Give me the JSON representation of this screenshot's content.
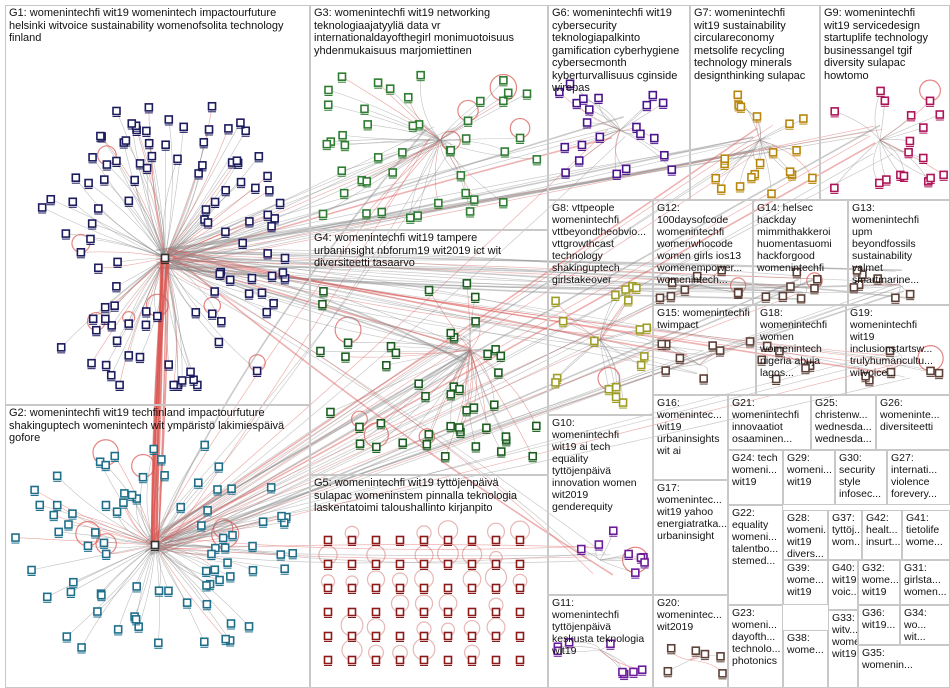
{
  "graph": {
    "groups": [
      {
        "id": "G1",
        "text": "G1: womenintechfi wit19 womenintech impactourfuture\nhelsinki witvoice sustainability womenofsolita technology\nfinland"
      },
      {
        "id": "G2",
        "text": "G2: womenintechfi wit19 techfinland impactourfuture\nshakinguptech womenintech wit ympäristö lakimiespäivä\ngofore"
      },
      {
        "id": "G3",
        "text": "G3: womenintechfi wit19 networking\nteknologiaajatyyliä data vr\ninternationaldayofthegirl monimuotoisuus\nyhdenmukaisuus marjomiettinen"
      },
      {
        "id": "G4",
        "text": "G4: womenintechfi wit19 tampere\nurbaninsight nbforum19 wit2019 ict wit\ndiversiteetti tasaarvo"
      },
      {
        "id": "G5",
        "text": "G5: womenintechfi wit19 tyttöjenpäivä\nsulapac womeninstem pinnalla teknologia\nlaskentatoimi taloushallinto kirjanpito"
      },
      {
        "id": "G6",
        "text": "G6: womenintechfi wit19\ncybersecurity\nteknologiapalkinto\ngamification cyberhygiene\ncybersecmonth\nkyberturvallisuus cginside\nwirepas"
      },
      {
        "id": "G7",
        "text": "G7: womenintechfi\nwit19 sustainability\ncirculareconomy\nmetsolife recycling\ntechnology minerals\ndesignthinking sulapac"
      },
      {
        "id": "G8",
        "text": "G8: vttpeople\nwomenintechfi\nvttbeyondtheobvio...\nvttgrowthcast\ntechnology\nshakinguptech\ngirlstakeover"
      },
      {
        "id": "G9",
        "text": "G9: womenintechfi\nwit19 servicedesign\nstartuplife technology\nbusinessangel tgif\ndiversity sulapac\nhowtomo"
      },
      {
        "id": "G10",
        "text": "G10:\nwomenintechfi\nwit19 ai tech\nequality\ntyttöjenpäivä\ninnovation women\nwit2019\ngenderequity"
      },
      {
        "id": "G11",
        "text": "G11:\nwomenintechfi\ntyttöjenpäivä\nkeskusta teknologia\nwit19"
      },
      {
        "id": "G12",
        "text": "G12:\n100daysofcode\nwomenintechfi\nwomenwhocode\nwomen girls ios13\nwomenempower...\nwomenintech..."
      },
      {
        "id": "G13",
        "text": "G13:\nwomenintechfi\nupm\nbeyondfossils\nsustainability\nvalmet\nsmartmarine..."
      },
      {
        "id": "G14",
        "text": "G14: helsec\nhackday\nmimmithakkeroi\nhuomentasuomi\nhackforgood\nwomenintechfi"
      },
      {
        "id": "G15",
        "text": "G15: womenintechfi\ntwimpact"
      },
      {
        "id": "G16",
        "text": "G16:\nwomenintec...\nwit19\nurbaninsights\nwit ai"
      },
      {
        "id": "G17",
        "text": "G17:\nwomenintec...\nwit19 yahoo\nenergiatratka...\nurbaninsight"
      },
      {
        "id": "G18",
        "text": "G18:\nwomenintechfi\nwomen\nwomenintech\nnigeria abuja\nlagos..."
      },
      {
        "id": "G19",
        "text": "G19:\nwomenintechfi\nwit19\ninclusionstartsw...\ntrulyhumancultu...\nwitvoice..."
      },
      {
        "id": "G20",
        "text": "G20:\nwomenintec...\nwit2019"
      },
      {
        "id": "G21",
        "text": "G21:\nwomenintechfi\ninnovaatiot\nosaaminen..."
      },
      {
        "id": "G22",
        "text": "G22:\nequality\nwomeni...\ntalentbo...\nstemed..."
      },
      {
        "id": "G23",
        "text": "G23:\nwomeni...\ndayofth...\ntechnolo...\nphotonics"
      },
      {
        "id": "G24",
        "text": "G24: tech\nwomeni...\nwit19"
      },
      {
        "id": "G25",
        "text": "G25:\nchristenw...\nwednesda...\nwednesda..."
      },
      {
        "id": "G26",
        "text": "G26:\nwomeninte...\ndiversiteetti"
      },
      {
        "id": "G27",
        "text": "G27:\ninternati...\nviolence\nforevery..."
      },
      {
        "id": "G28",
        "text": "G28:\nwomeni...\nwit19\ndivers..."
      },
      {
        "id": "G29",
        "text": "G29:\nwomeni...\nwit19"
      },
      {
        "id": "G30",
        "text": "G30:\nsecurity\nstyle\ninfosec..."
      },
      {
        "id": "G31",
        "text": "G31:\ngirlsta...\nwomen..."
      },
      {
        "id": "G32",
        "text": "G32:\nwome...\nwit19"
      },
      {
        "id": "G33",
        "text": "G33:\nwitv...\nwome...\nwit19"
      },
      {
        "id": "G34",
        "text": "G34:\nwo...\nwit..."
      },
      {
        "id": "G35",
        "text": "G35:\nwomenin..."
      },
      {
        "id": "G36",
        "text": "G36:\nwit19..."
      },
      {
        "id": "G37",
        "text": "G37:\ntyttöj...\nwom..."
      },
      {
        "id": "G38",
        "text": "G38:\nwome..."
      },
      {
        "id": "G39",
        "text": "G39:\nwome...\nwit19"
      },
      {
        "id": "G40",
        "text": "G40:\nwit19\nvoic..."
      },
      {
        "id": "G41",
        "text": "G41:\ntietolife\nwome..."
      },
      {
        "id": "G42",
        "text": "G42:\nhealt...\ninsurt..."
      }
    ]
  },
  "colors": {
    "border": "#c8c8c8",
    "edge": "#8a8a8a",
    "edge_highlight": "#d9534f",
    "node_g1": "#1b1b5e",
    "node_g2": "#1f6f8b",
    "node_g3": "#2e7d32",
    "node_g4": "#1b5e20",
    "node_g5": "#8b1a1a",
    "node_g6": "#4a148c",
    "node_g7": "#b8860b",
    "node_g8": "#9e9d24",
    "node_g9": "#ad1457",
    "node_g10": "#6a1b9a",
    "node_small": "#5d4037"
  }
}
